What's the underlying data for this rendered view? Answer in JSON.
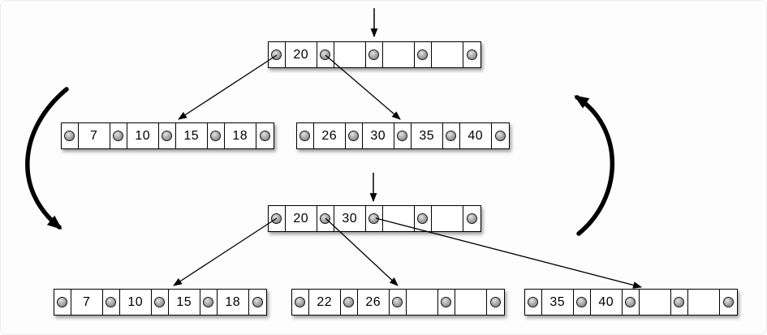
{
  "diagram": {
    "type": "btree-node-split",
    "colors": {
      "stroke": "#000000",
      "node_fill": "#ffffff",
      "pointer_dot": "#9a9a9a",
      "background": "#fdfdfd"
    },
    "before": {
      "root": {
        "keys": [
          "20",
          "",
          "",
          ""
        ]
      },
      "children": [
        {
          "keys": [
            "7",
            "10",
            "15",
            "18"
          ]
        },
        {
          "keys": [
            "26",
            "30",
            "35",
            "40"
          ]
        }
      ]
    },
    "after": {
      "root": {
        "keys": [
          "20",
          "30",
          "",
          ""
        ]
      },
      "children": [
        {
          "keys": [
            "7",
            "10",
            "15",
            "18"
          ]
        },
        {
          "keys": [
            "22",
            "26",
            "",
            ""
          ]
        },
        {
          "keys": [
            "35",
            "40",
            "",
            ""
          ]
        }
      ]
    }
  }
}
